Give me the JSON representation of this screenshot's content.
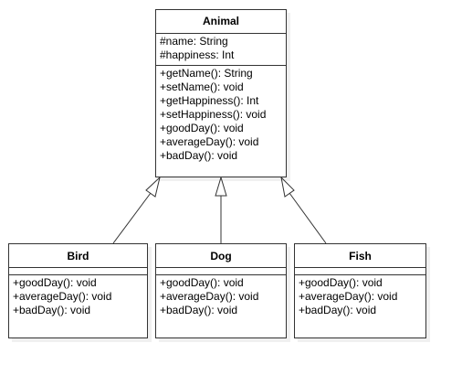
{
  "diagram": {
    "classes": {
      "animal": {
        "name": "Animal",
        "attributes": [
          "#name: String",
          "#happiness: Int"
        ],
        "operations": [
          "+getName(): String",
          "+setName(): void",
          "+getHappiness(): Int",
          "+setHappiness(): void",
          "+goodDay(): void",
          "+averageDay(): void",
          "+badDay(): void"
        ]
      },
      "bird": {
        "name": "Bird",
        "attributes": [],
        "operations": [
          "+goodDay(): void",
          "+averageDay(): void",
          "+badDay(): void"
        ]
      },
      "dog": {
        "name": "Dog",
        "attributes": [],
        "operations": [
          "+goodDay(): void",
          "+averageDay(): void",
          "+badDay(): void"
        ]
      },
      "fish": {
        "name": "Fish",
        "attributes": [],
        "operations": [
          "+goodDay(): void",
          "+averageDay(): void",
          "+badDay(): void"
        ]
      }
    },
    "relations": [
      {
        "type": "generalization",
        "from": "bird",
        "to": "animal"
      },
      {
        "type": "generalization",
        "from": "dog",
        "to": "animal"
      },
      {
        "type": "generalization",
        "from": "fish",
        "to": "animal"
      }
    ],
    "colors": {
      "line": "#333333",
      "fill": "#ffffff",
      "text": "#000000"
    }
  }
}
